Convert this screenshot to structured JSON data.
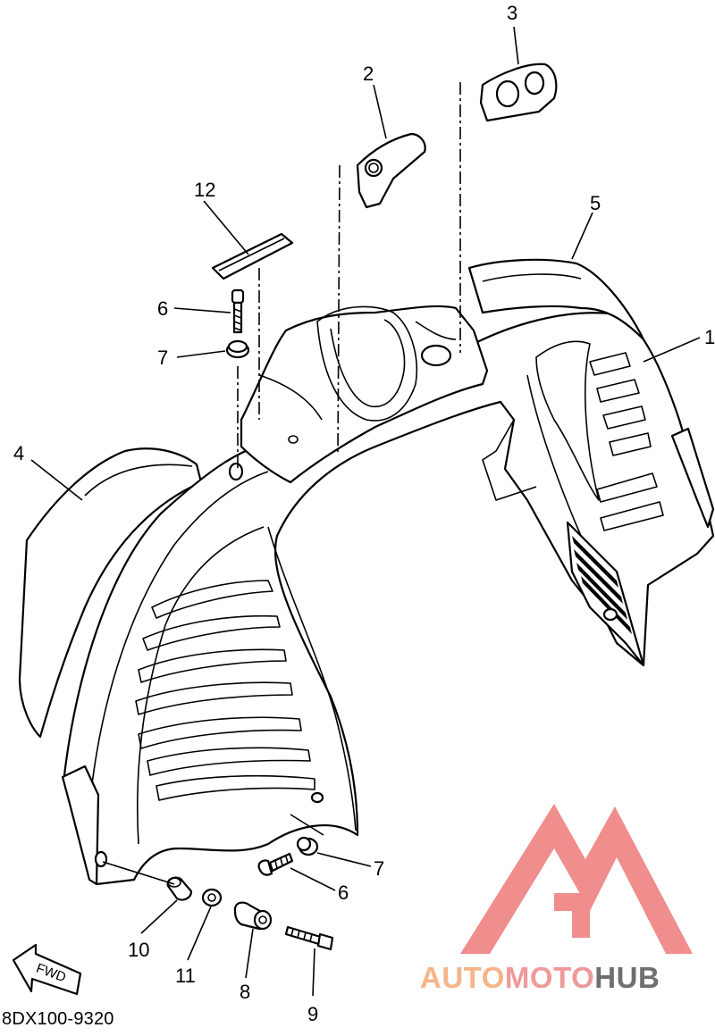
{
  "diagram_code": "8DX100-9320",
  "fwd_label": "FWD",
  "brand": {
    "part1": "AUTO",
    "part2": "MOTO",
    "part3": "HUB",
    "color1": "#f6b489",
    "color2": "#ee9a9a",
    "color3": "#6f6f6f",
    "logo_color": "#ee7a7a"
  },
  "callouts": {
    "c1": "1",
    "c2": "2",
    "c3": "3",
    "c4": "4",
    "c5": "5",
    "c6a": "6",
    "c6b": "6",
    "c7a": "7",
    "c7b": "7",
    "c8": "8",
    "c9": "9",
    "c10": "10",
    "c11": "11",
    "c12": "12"
  }
}
